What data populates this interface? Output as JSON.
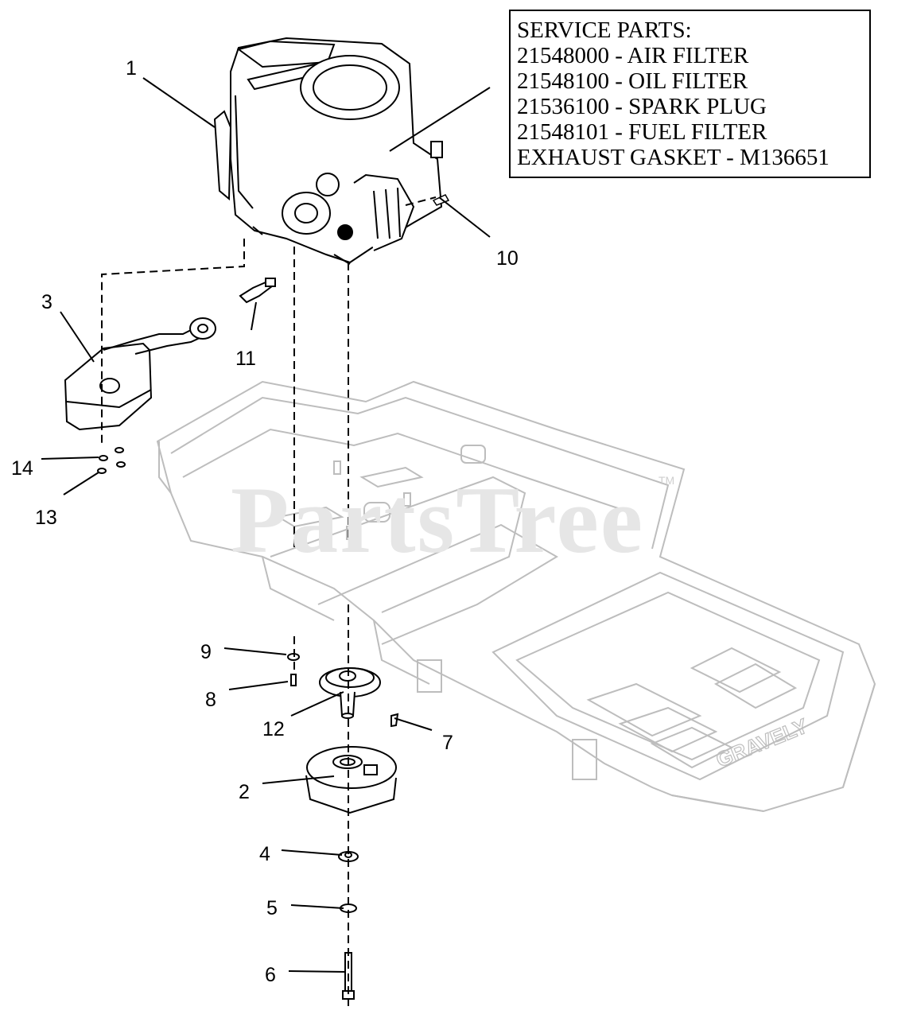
{
  "service_parts": {
    "lines": [
      "SERVICE PARTS:",
      "21548000 - AIR FILTER",
      "21548100 - OIL FILTER",
      "21536100 - SPARK PLUG",
      "21548101 - FUEL FILTER",
      "EXHAUST GASKET - M136651"
    ]
  },
  "watermark": {
    "text": "PartsTree",
    "tm": "TM"
  },
  "frame_brand": "GRAVELY",
  "callouts": [
    "1",
    "2",
    "3",
    "4",
    "5",
    "6",
    "7",
    "8",
    "9",
    "10",
    "11",
    "12",
    "13",
    "14"
  ],
  "colors": {
    "line": "#000000",
    "frame": "#bdbdbd",
    "watermark": "#e6e6e6"
  }
}
